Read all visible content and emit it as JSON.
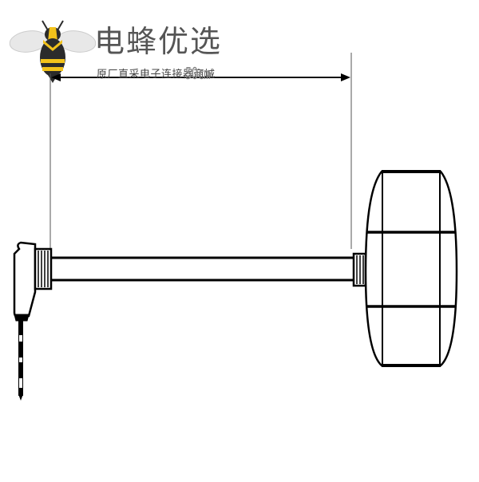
{
  "logo": {
    "icon": "bee-icon",
    "title": "电蜂优选",
    "subtitle": "原厂直采电子连接器商城"
  },
  "drawing": {
    "subject": "Right-angle 2.5mm audio plug cable to flat round antenna/puck",
    "dimension_label": "50cm",
    "colors": {
      "line": "#000000",
      "background": "#ffffff",
      "bee_yellow": "#f2c21b",
      "bee_dark": "#2b2b2b",
      "wing": "#e4e4e4",
      "text": "#555555"
    }
  }
}
